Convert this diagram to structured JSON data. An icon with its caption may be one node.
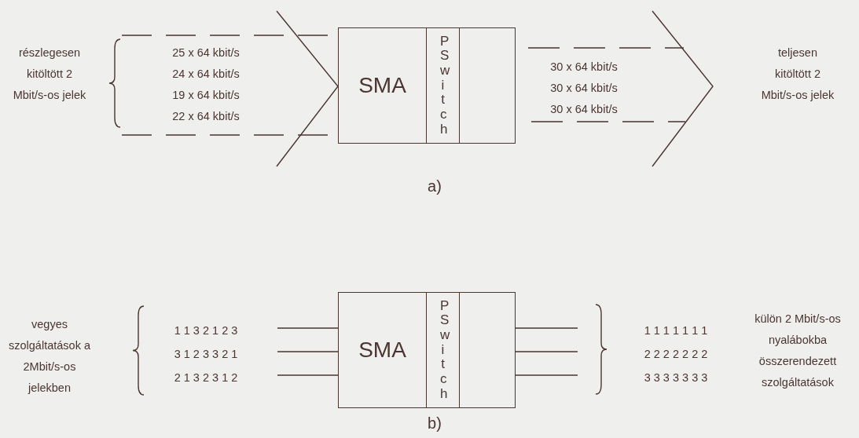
{
  "diagram": {
    "nodes": [
      {
        "text": [],
        "shape": "box"
      },
      {
        "text": [
          "SMA"
        ],
        "in": 0
      },
      {
        "text": [
          "PSwitch"
        ],
        "in": 0
      },
      {
        "text": [],
        "shape": "box",
        "in": 0
      },
      {
        "text": [],
        "shape": "box"
      },
      {
        "text": [
          "SMA"
        ],
        "in": 4
      },
      {
        "text": [
          "PSwitch"
        ],
        "in": 4
      },
      {
        "text": [],
        "shape": "box",
        "in": 4
      }
    ],
    "edges": [
      {
        "from": null,
        "to": 4,
        "arrow": "none"
      },
      {
        "from": null,
        "to": 4,
        "arrow": "none"
      },
      {
        "from": null,
        "to": 4,
        "arrow": "none"
      },
      {
        "from": 4,
        "to": null,
        "arrow": "none"
      },
      {
        "from": 4,
        "to": null,
        "arrow": "none"
      },
      {
        "from": 4,
        "to": null,
        "arrow": "none"
      }
    ],
    "labels": [
      "részlegesen kitöltött 2 Mbit/s-os jelek",
      "25 x 64 kbit/s",
      "24 x 64 kbit/s",
      "19 x 64 kbit/s",
      "22 x 64 kbit/s",
      "30 x 64 kbit/s",
      "30 x 64 kbit/s",
      "30 x 64 kbit/s",
      "teljesen kitöltött 2 Mbit/s-os jelek",
      "a)",
      "vegyes szolgáltatások a 2Mbit/s-os jelekben",
      "1 1 3 2 1 2 3",
      "3 1 2 3 3 2 1",
      "2 1 3 2 3 1 2",
      "1 1 1 1 1 1 1",
      "2 2 2 2 2 2 2",
      "3 3 3 3 3 3 3",
      "külön 2 Mbit/s-os nyalábokba összerendezett szolgáltatások",
      "b)"
    ]
  }
}
